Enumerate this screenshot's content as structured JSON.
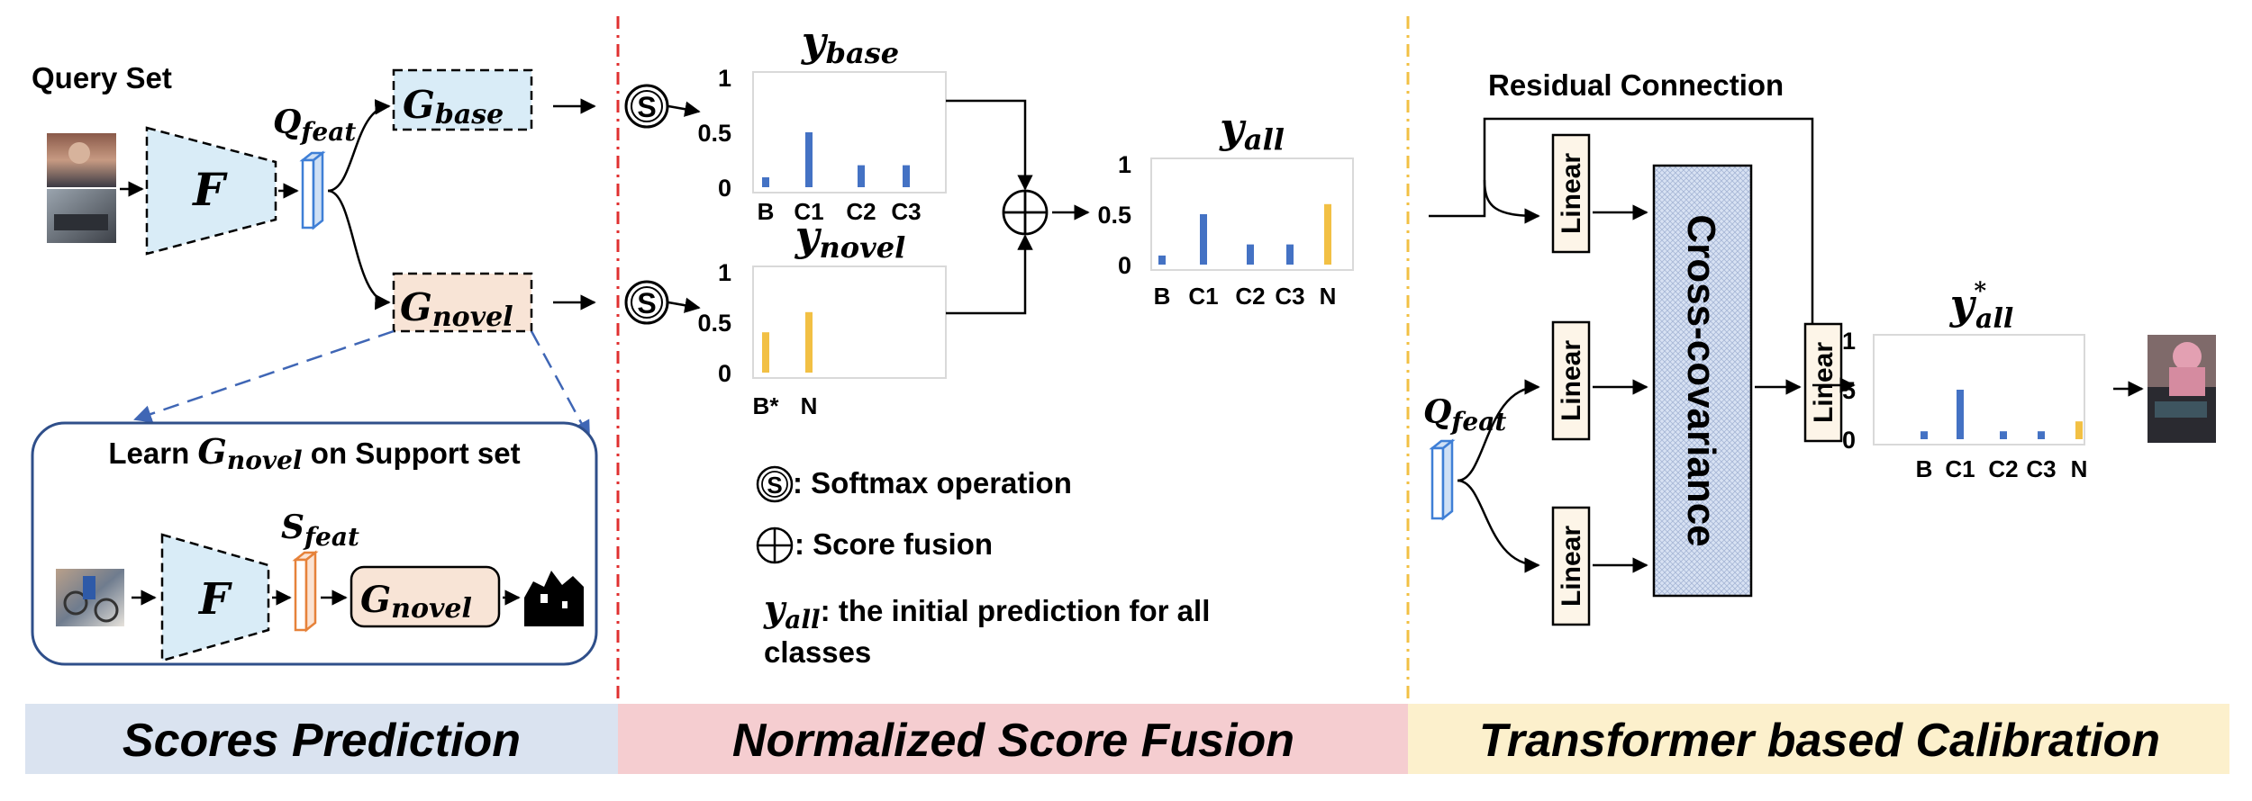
{
  "sections": {
    "scores": {
      "label": "Scores Prediction",
      "color": "#dae3f0"
    },
    "fusion": {
      "label": "Normalized Score Fusion",
      "color": "#f5cdd0"
    },
    "calibration": {
      "label": "Transformer based Calibration",
      "color": "#fcf0cc"
    }
  },
  "scores_prediction": {
    "query_set": "Query Set",
    "encoder": "F",
    "q_feat": {
      "main": "Q",
      "sub": "feat"
    },
    "g_base": {
      "main": "G",
      "sub": "base"
    },
    "g_novel": {
      "main": "G",
      "sub": "novel"
    },
    "support_title": {
      "pre": "Learn ",
      "main": "G",
      "sub": "novel",
      "post": " on Support set"
    },
    "s_feat": {
      "main": "S",
      "sub": "feat"
    }
  },
  "fusion": {
    "softmax_symbol": "S",
    "legend_softmax": ": Softmax operation",
    "legend_fusion": ": Score fusion",
    "legend_yall": {
      "main": "y",
      "sub": "all",
      "line1": ": the initial prediction for all",
      "line2": "classes"
    }
  },
  "calibration": {
    "residual": "Residual Connection",
    "linear": "Linear",
    "cross_covariance": "Cross-covariance",
    "q_feat": {
      "main": "Q",
      "sub": "feat"
    }
  },
  "chart_data": [
    {
      "type": "bar",
      "title": {
        "main": "y",
        "sub": "base"
      },
      "categories": [
        "B",
        "C1",
        "C2",
        "C3"
      ],
      "values": [
        0.09,
        0.5,
        0.2,
        0.2
      ],
      "colors": [
        "#4472c4",
        "#4472c4",
        "#4472c4",
        "#4472c4"
      ],
      "yticks": [
        "1",
        "0.5",
        "0"
      ],
      "ylim": [
        0,
        1
      ]
    },
    {
      "type": "bar",
      "title": {
        "main": "y",
        "sub": "novel"
      },
      "categories": [
        "B*",
        "N"
      ],
      "values": [
        0.4,
        0.6
      ],
      "colors": [
        "#f2c044",
        "#f2c044"
      ],
      "yticks": [
        "1",
        "0.5",
        "0"
      ],
      "ylim": [
        0,
        1
      ]
    },
    {
      "type": "bar",
      "title": {
        "main": "y",
        "sub": "all"
      },
      "categories": [
        "B",
        "C1",
        "C2",
        "C3",
        "N"
      ],
      "values": [
        0.09,
        0.5,
        0.2,
        0.2,
        0.6
      ],
      "colors": [
        "#4472c4",
        "#4472c4",
        "#4472c4",
        "#4472c4",
        "#f2c044"
      ],
      "yticks": [
        "1",
        "0.5",
        "0"
      ],
      "ylim": [
        0,
        1
      ]
    },
    {
      "type": "bar",
      "title": {
        "main": "y",
        "sub": "all",
        "sup": "*"
      },
      "categories": [
        "B",
        "C1",
        "C2",
        "C3",
        "N"
      ],
      "values": [
        0.08,
        0.5,
        0.08,
        0.08,
        0.18
      ],
      "colors": [
        "#4472c4",
        "#4472c4",
        "#4472c4",
        "#4472c4",
        "#f2c044"
      ],
      "yticks": [
        "1",
        "0.5",
        "0"
      ],
      "ylim": [
        0,
        1
      ]
    }
  ]
}
